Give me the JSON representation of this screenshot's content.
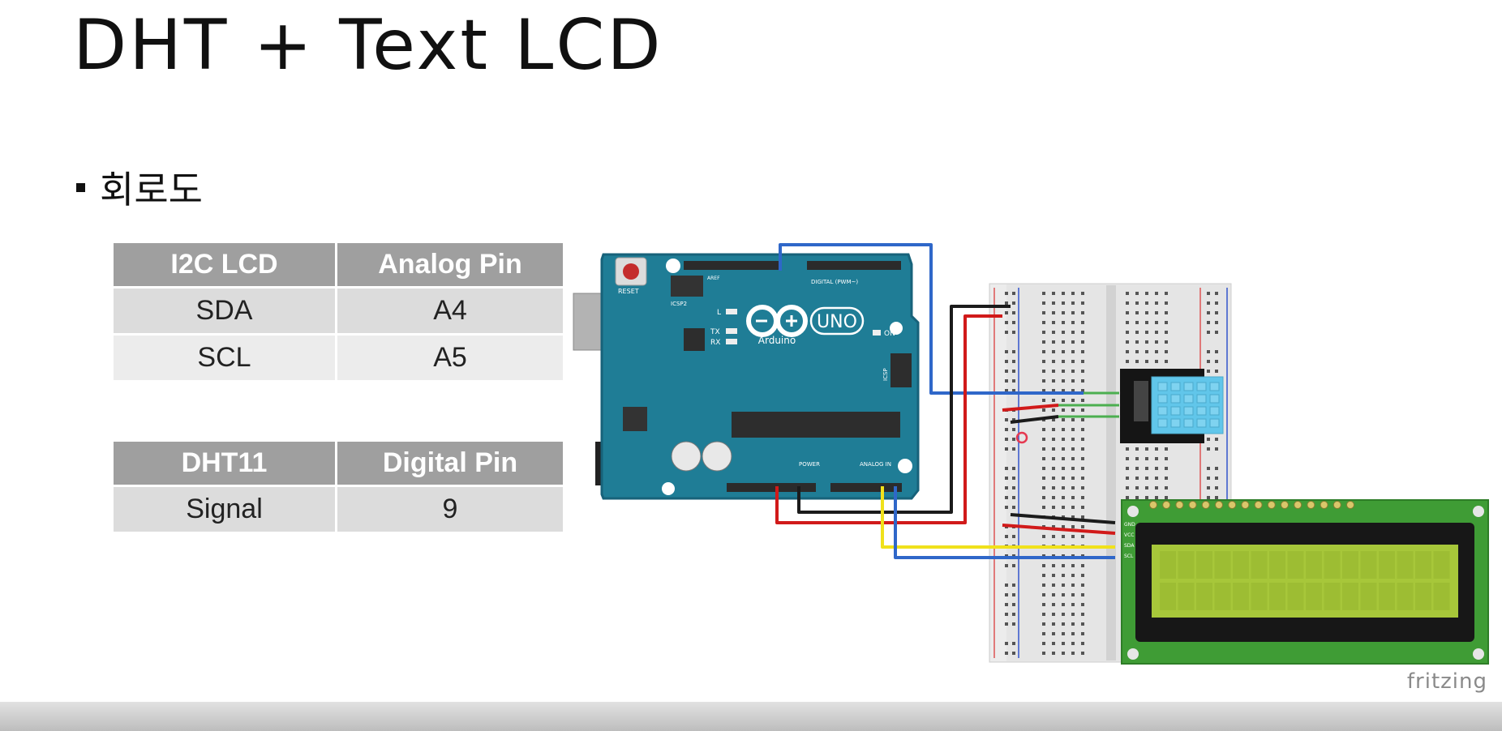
{
  "slide": {
    "title": "DHT + Text LCD",
    "bullet": "회로도",
    "credit": "fritzing"
  },
  "lcd_table": {
    "headers": [
      "I2C LCD",
      "Analog Pin"
    ],
    "rows": [
      [
        "SDA",
        "A4"
      ],
      [
        "SCL",
        "A5"
      ]
    ]
  },
  "dht_table": {
    "headers": [
      "DHT11",
      "Digital Pin"
    ],
    "rows": [
      [
        "Signal",
        "9"
      ]
    ]
  },
  "board": {
    "name": "UNO",
    "brand": "Arduino",
    "reset_label": "RESET",
    "icsp_label": "ICSP2",
    "icsp_side_label": "ICSP",
    "led_l": "L",
    "led_tx": "TX",
    "led_rx": "RX",
    "on_label": "ON",
    "digital_label": "DIGITAL (PWM~)",
    "power_label": "POWER",
    "analog_label": "ANALOG IN",
    "aref_label": "AREF"
  },
  "lcd_module": {
    "pins": [
      "GND",
      "VCC",
      "SDA",
      "SCL"
    ]
  },
  "colors": {
    "board": "#1f7d96",
    "board_edge": "#17627a",
    "lcd_pcb": "#3f9c35",
    "lcd_screen": "#a7c73a",
    "dht_body": "#61c6ea",
    "wire_blue": "#2f67c9",
    "wire_red": "#d11a1a",
    "wire_black": "#1b1b1b",
    "wire_yellow": "#f0e11b",
    "wire_green": "#4caf50",
    "table_header": "#9f9f9f"
  }
}
